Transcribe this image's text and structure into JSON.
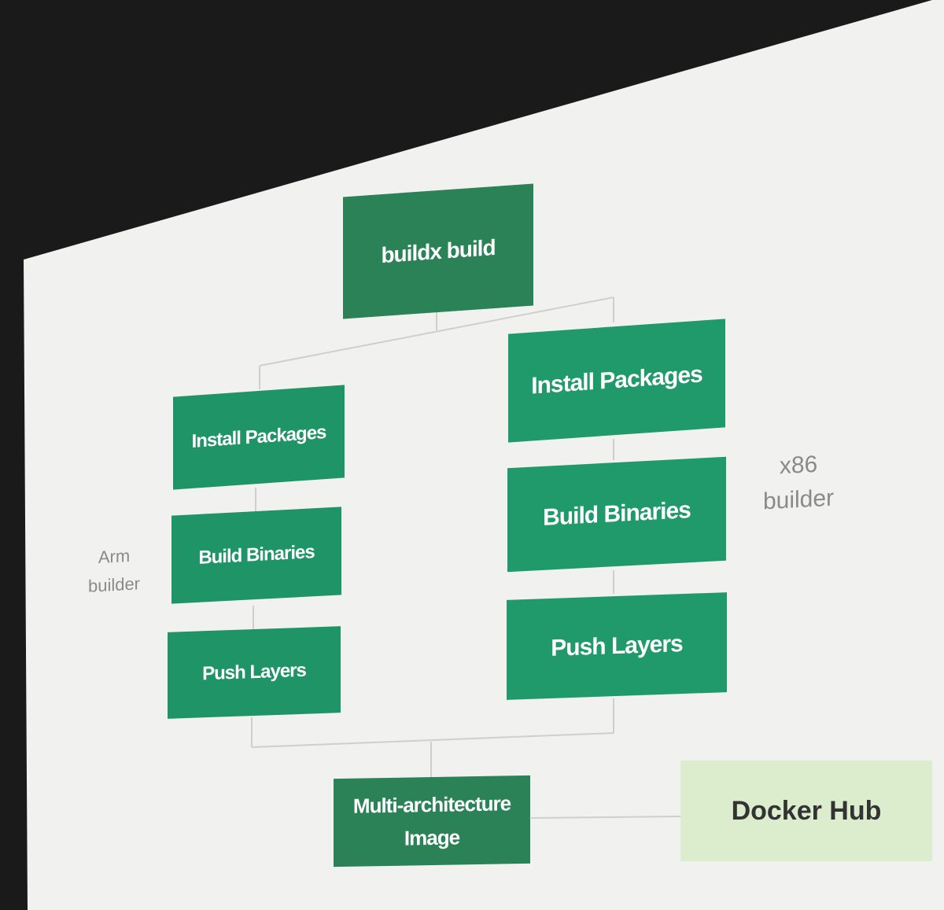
{
  "diagram": {
    "root": {
      "label": "buildx build"
    },
    "arm": {
      "builder_label_line1": "Arm",
      "builder_label_line2": "builder",
      "steps": [
        "Install Packages",
        "Build Binaries",
        "Push Layers"
      ]
    },
    "x86": {
      "builder_label_line1": "x86",
      "builder_label_line2": "builder",
      "steps": [
        "Install Packages",
        "Build Binaries",
        "Push Layers"
      ]
    },
    "output": {
      "label_line1": "Multi-architecture",
      "label_line2": "Image"
    },
    "registry": {
      "label": "Docker Hub"
    },
    "colors": {
      "node_dark": "#2b8257",
      "node_green": "#1f9466",
      "registry_bg": "#dbedcd",
      "connector": "#cfcfcf",
      "slide_bg": "#f1f2ef"
    }
  }
}
